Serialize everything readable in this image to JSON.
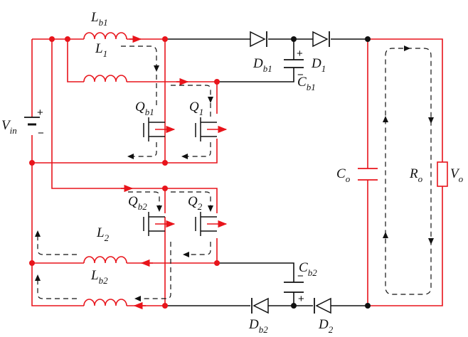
{
  "labels": {
    "Lb1": {
      "main": "L",
      "sub": "b1"
    },
    "L1": {
      "main": "L",
      "sub": "1"
    },
    "Vin": {
      "main": "V",
      "sub": "in"
    },
    "Qb1": {
      "main": "Q",
      "sub": "b1"
    },
    "Q1": {
      "main": "Q",
      "sub": "1"
    },
    "Db1": {
      "main": "D",
      "sub": "b1"
    },
    "D1": {
      "main": "D",
      "sub": "1"
    },
    "Cb1": {
      "main": "C",
      "sub": "b1"
    },
    "Co": {
      "main": "C",
      "sub": "o"
    },
    "Ro": {
      "main": "R",
      "sub": "o"
    },
    "Vo": {
      "main": "V",
      "sub": "o"
    },
    "Qb2": {
      "main": "Q",
      "sub": "b2"
    },
    "Q2": {
      "main": "Q",
      "sub": "2"
    },
    "L2": {
      "main": "L",
      "sub": "2"
    },
    "Lb2": {
      "main": "L",
      "sub": "b2"
    },
    "Cb2": {
      "main": "C",
      "sub": "b2"
    },
    "Db2": {
      "main": "D",
      "sub": "b2"
    },
    "D2": {
      "main": "D",
      "sub": "2"
    }
  },
  "polarity": {
    "vin_plus": "+",
    "vin_minus": "−",
    "cb1_plus": "+",
    "cb1_minus": "−",
    "cb2_plus": "+",
    "cb2_minus": "−"
  },
  "colors": {
    "red_path": "#e8141b",
    "black_path": "#111111"
  }
}
